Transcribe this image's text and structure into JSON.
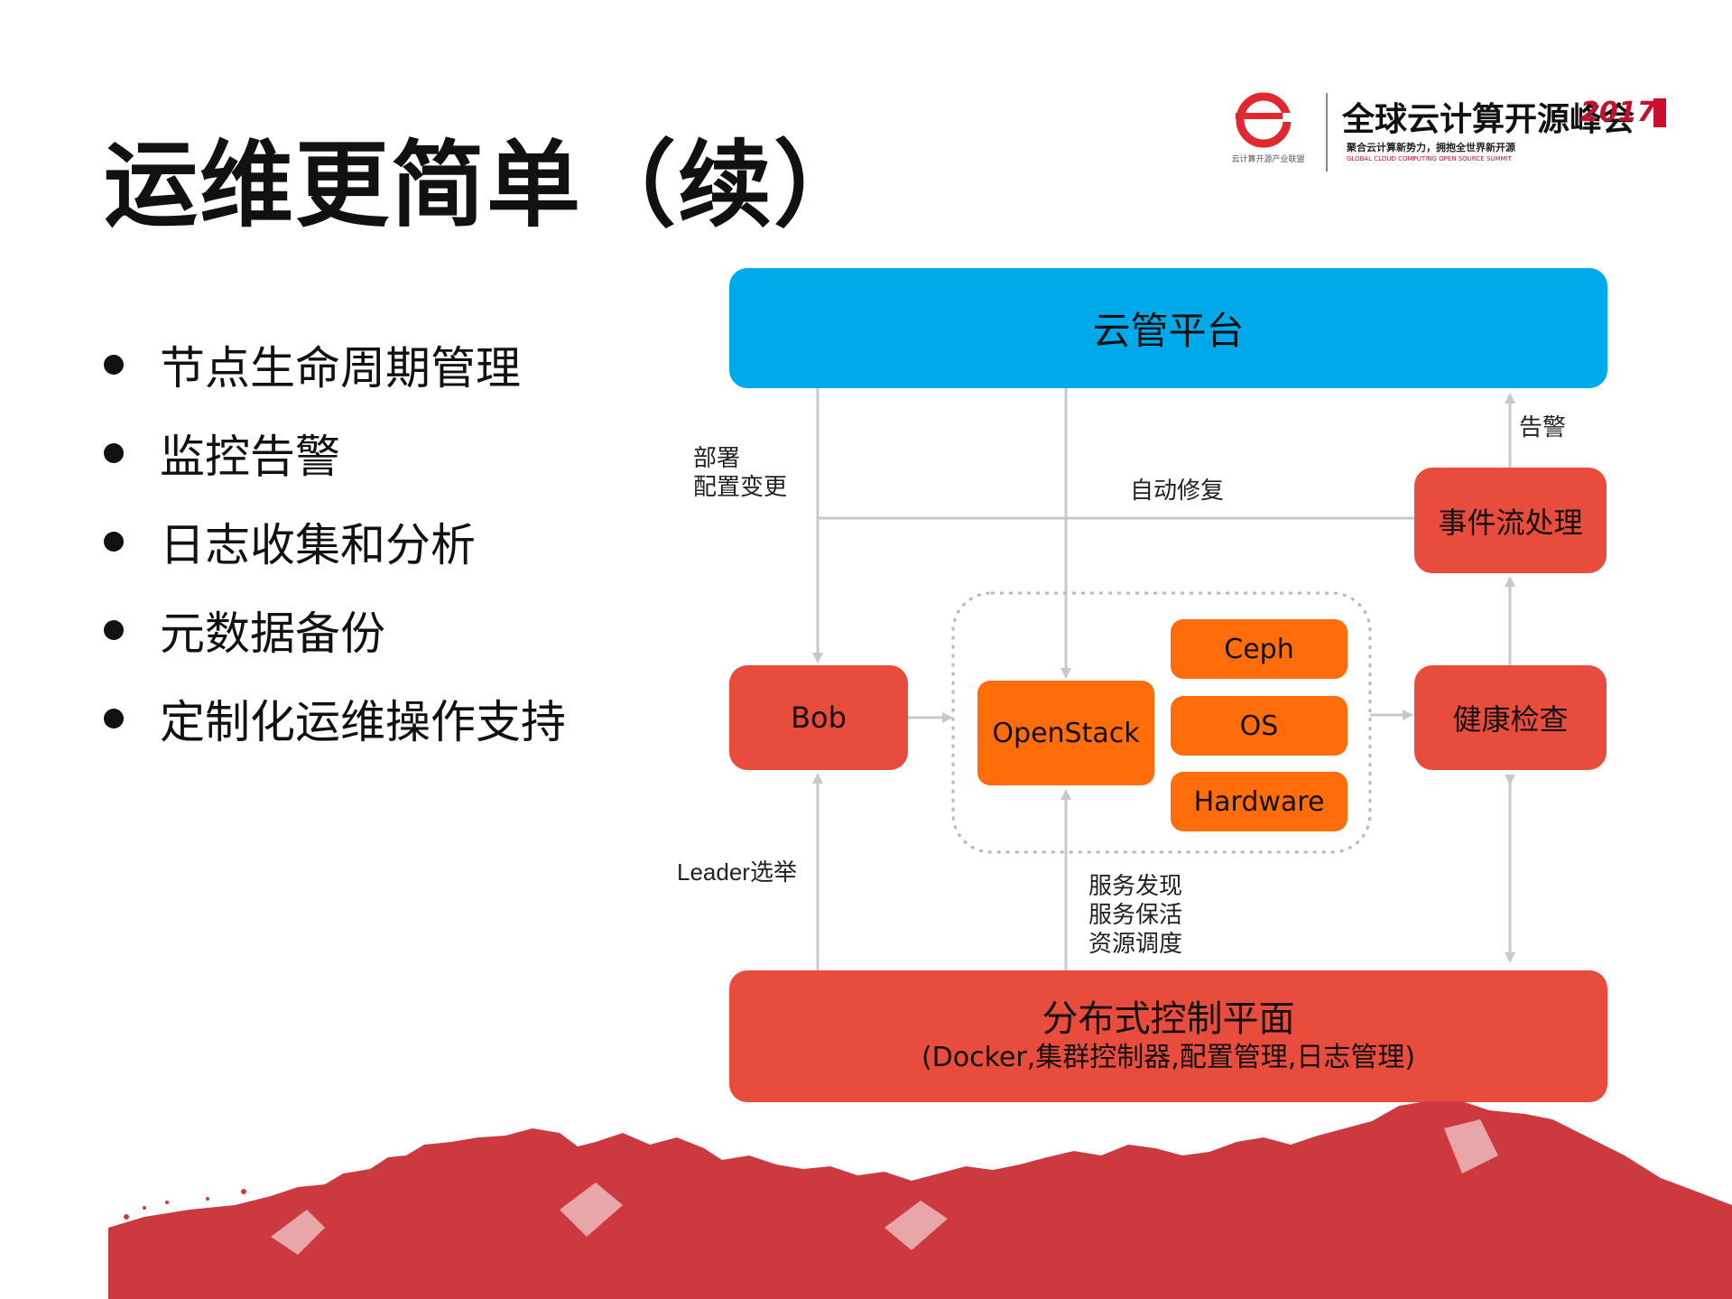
{
  "title": "运维更简单（续）",
  "bullets": [
    "节点生命周期管理",
    "监控告警",
    "日志收集和分析",
    "元数据备份",
    "定制化运维操作支持"
  ],
  "diagram": {
    "cloud_platform": "云管平台",
    "event_processing": "事件流处理",
    "bob": "Bob",
    "openstack": "OpenStack",
    "ceph": "Ceph",
    "os": "OS",
    "hardware": "Hardware",
    "health_check": "健康检查",
    "control_plane_title": "分布式控制平面",
    "control_plane_subtitle": "(Docker,集群控制器,配置管理,日志管理)",
    "edge_deploy": [
      "部署",
      "配置变更"
    ],
    "edge_auto_repair": "自动修复",
    "edge_alarm": "告警",
    "edge_leader": "Leader选举",
    "edge_service": [
      "服务发现",
      "服务保活",
      "资源调度"
    ]
  },
  "logo": {
    "summit_name": "全球云计算开源峰会",
    "year": "2017",
    "tagline": "聚合云计算新势力，拥抱全世界新开源",
    "tagline_en": "GLOBAL CLOUD COMPUTING OPEN SOURCE SUMMIT",
    "org_caption": "云计算开源产业联盟"
  },
  "colors": {
    "blue_box": "#00aaea",
    "red_box": "#e84c3d",
    "orange_box": "#ff6c0a",
    "arrow": "#c8c8c8",
    "mountain": "#cc3a40"
  }
}
